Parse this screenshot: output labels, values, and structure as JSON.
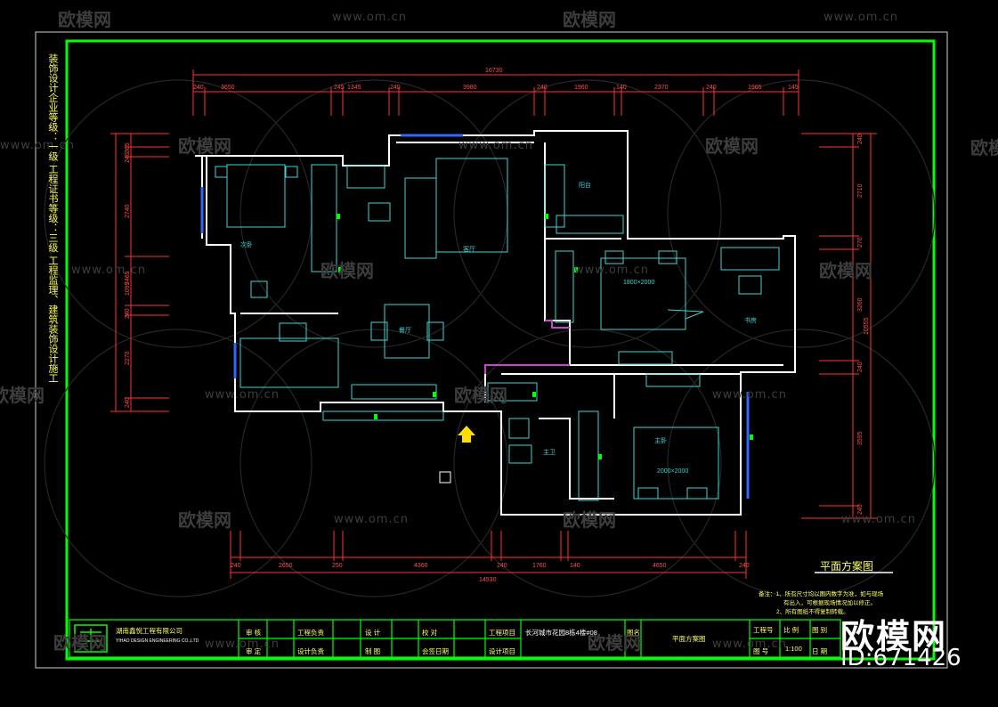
{
  "watermark": {
    "logo": "欧模网",
    "url": "www.om.cn"
  },
  "side_text": "装饰设计企业等级：一级    工程证书等级：三级    工程监理、建筑装饰设计施工",
  "dimensions": {
    "top_total": "16730",
    "top": [
      "240",
      "3650",
      "245",
      "1345",
      "240",
      "3980",
      "240",
      "1960",
      "140",
      "2370",
      "240",
      "1965",
      "145"
    ],
    "bottom_total": "14530",
    "bottom": [
      "240",
      "2650",
      "250",
      "4360",
      "240",
      "1760",
      "140",
      "4650",
      "240"
    ],
    "left": [
      "365",
      "240",
      "2740",
      "7465",
      "1095",
      "240",
      "2270",
      "240"
    ],
    "right": [
      "240",
      "2710",
      "270",
      "3260",
      "10555",
      "240",
      "3595",
      "240"
    ]
  },
  "rooms": {
    "bedroom1": "次卧",
    "living": "客厅",
    "dining": "餐厅",
    "balcony": "阳台",
    "master": "主卧",
    "study": "书房",
    "bath": "主卫",
    "bed_size1": "1800×2000",
    "bed_size2": "2000×2000"
  },
  "plan_title": "平面方案图",
  "notes": [
    "备注：1、所有尺寸均以图内数字为准，如与现场",
    "有出入，可根据现场情况加以修正。",
    "2、所有图纸不得复制转载。"
  ],
  "title_block": {
    "company": "湖南鑫悦工程有限公司",
    "company_en": "YIHAO DESIGN ENGINEERING CO.,LTD",
    "cells": [
      "审 核",
      "审 定",
      "工程负责",
      "设计负责",
      "设 计",
      "制 图",
      "校 对",
      "会签日期",
      "工程项目",
      "设计项目",
      "长河城市花园8栋4楼#08",
      "图名",
      "平面方案图",
      "工程号",
      "图 号",
      "比 例",
      "1:100",
      "图 别",
      "日 期"
    ]
  },
  "big_watermark": {
    "logo": "欧模网",
    "id": "ID:671426"
  },
  "colors": {
    "frame": "#00ff00",
    "walls": "#ffffff",
    "furniture": "#3fd3d3",
    "dims": "#ff4d4d",
    "text": "#ffff66"
  }
}
